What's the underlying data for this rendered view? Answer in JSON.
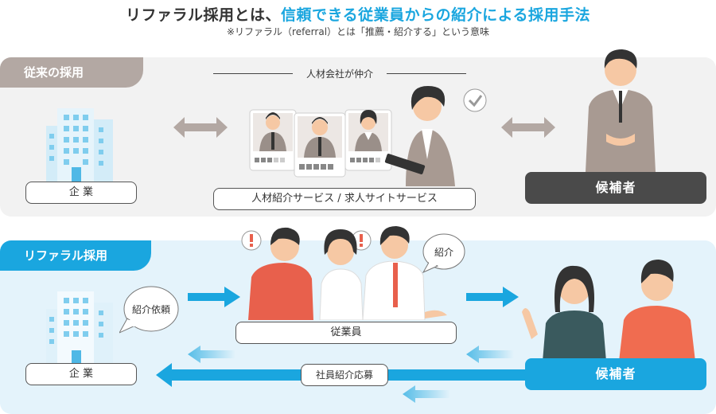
{
  "header": {
    "title_prefix": "リファラル採用とは、",
    "title_accent": "信頼できる従業員からの紹介による採用手法",
    "subtitle": "※リファラル（referral）とは「推薦・紹介する」という意味"
  },
  "traditional": {
    "tag": "従来の採用",
    "company_label": "企 業",
    "agency_caption": "人材会社が仲介",
    "service_label": "人材紹介サービス / 求人サイトサービス",
    "candidate_label": "候補者"
  },
  "referral": {
    "tag": "リファラル採用",
    "company_label": "企 業",
    "request_bubble": "紹介依頼",
    "intro_bubble": "紹介",
    "employee_label": "従業員",
    "application_label": "社員紹介応募",
    "candidate_label": "候補者"
  },
  "colors": {
    "accent": "#1aa6df",
    "trad_tag": "#b3a8a3",
    "dark": "#4a4a4a"
  }
}
